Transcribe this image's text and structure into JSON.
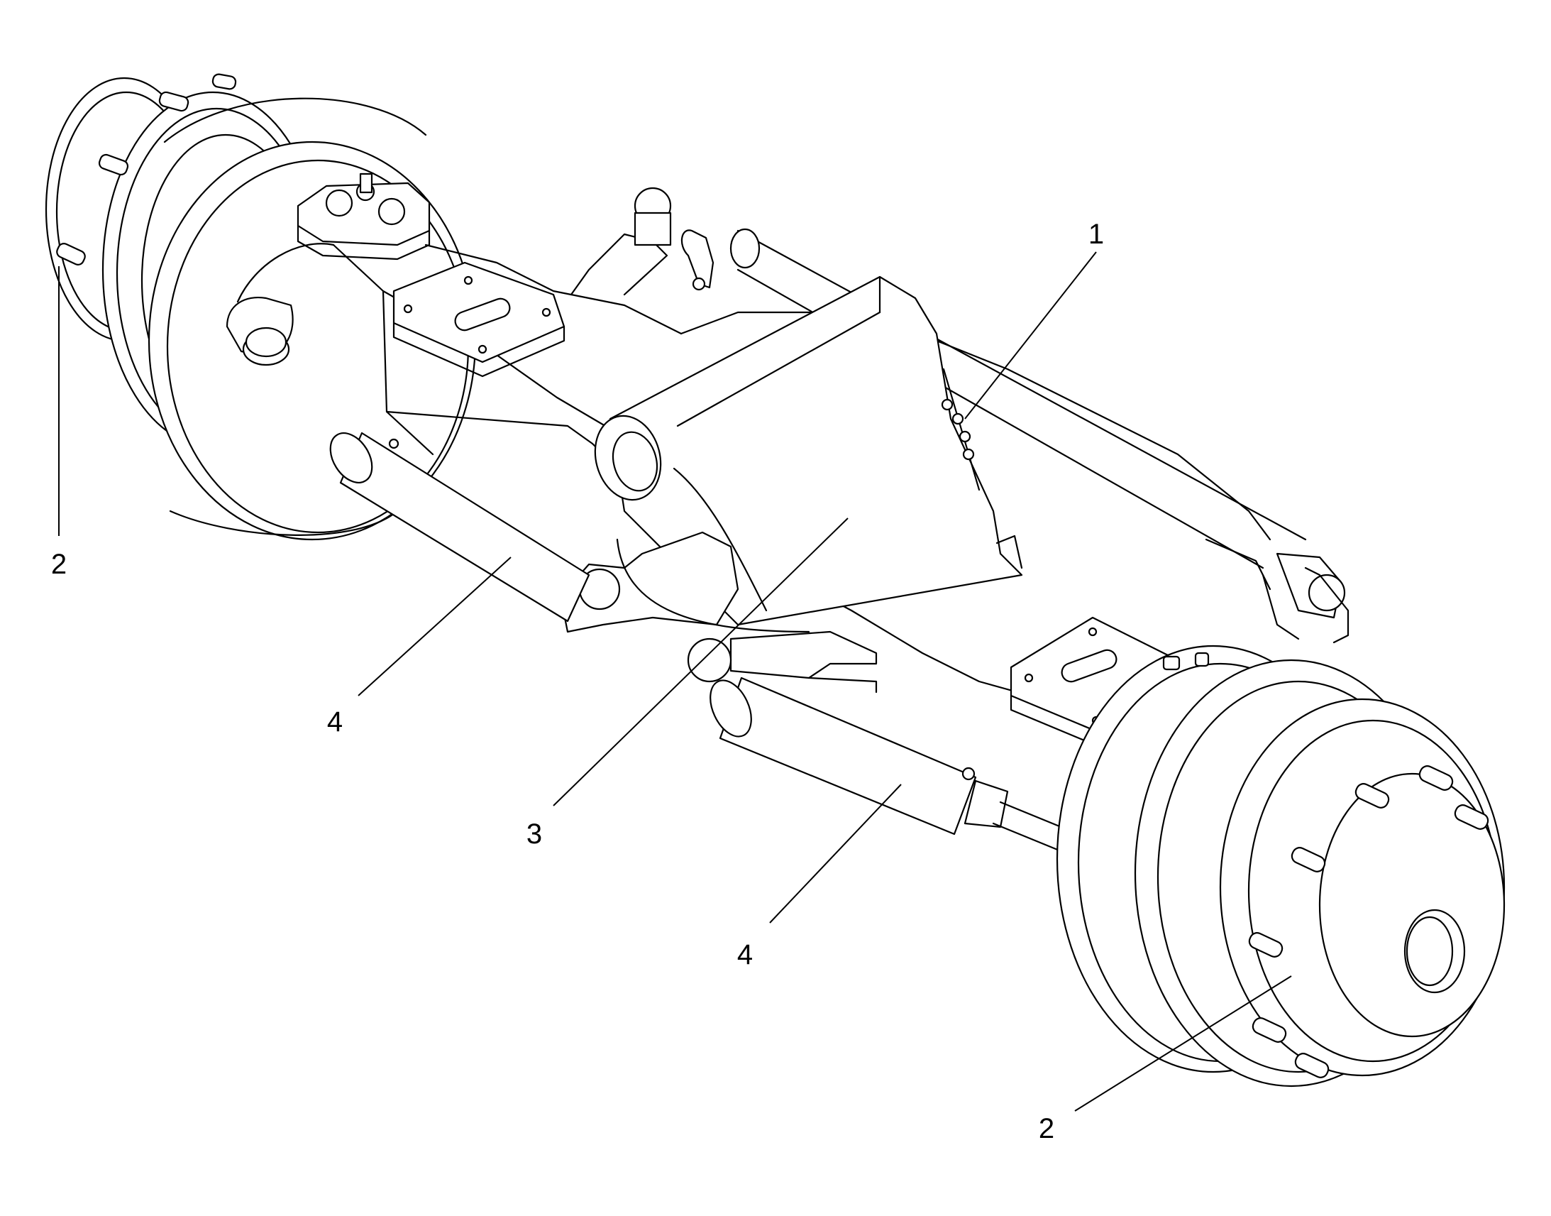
{
  "callouts": [
    {
      "id": "c1",
      "text": "1"
    },
    {
      "id": "c2a",
      "text": "2"
    },
    {
      "id": "c2b",
      "text": "2"
    },
    {
      "id": "c3",
      "text": "3"
    },
    {
      "id": "c4a",
      "text": "4"
    },
    {
      "id": "c4b",
      "text": "4"
    }
  ]
}
